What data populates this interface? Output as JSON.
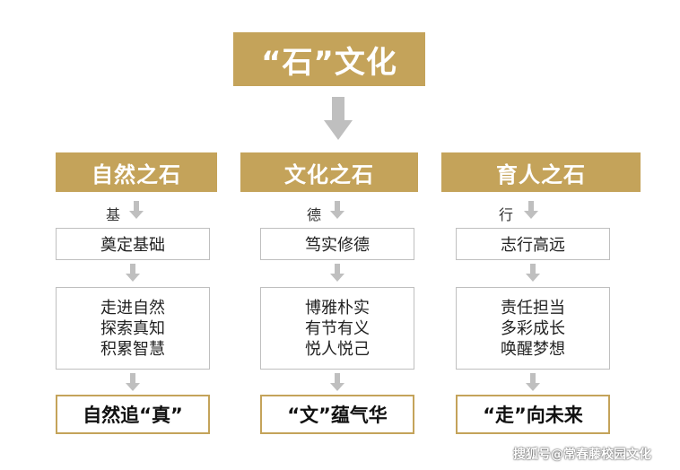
{
  "title": "“石”文化",
  "columns": [
    {
      "header": "自然之石",
      "label": "基",
      "step1": "奠定基础",
      "lines": [
        "走进自然",
        "探索真知",
        "积累智慧"
      ],
      "result": "自然追“真”"
    },
    {
      "header": "文化之石",
      "label": "德",
      "step1": "笃实修德",
      "lines": [
        "博雅朴实",
        "有节有义",
        "悦人悦己"
      ],
      "result": "“文”蕴气华"
    },
    {
      "header": "育人之石",
      "label": "行",
      "step1": "志行高远",
      "lines": [
        "责任担当",
        "多彩成长",
        "唤醒梦想"
      ],
      "result": "“走”向未来"
    }
  ],
  "watermark": "搜狐号@常春藤校园文化",
  "colors": {
    "accent": "#c4a35a",
    "arrow": "#bfbfbf",
    "box_border": "#bfbfbf"
  }
}
